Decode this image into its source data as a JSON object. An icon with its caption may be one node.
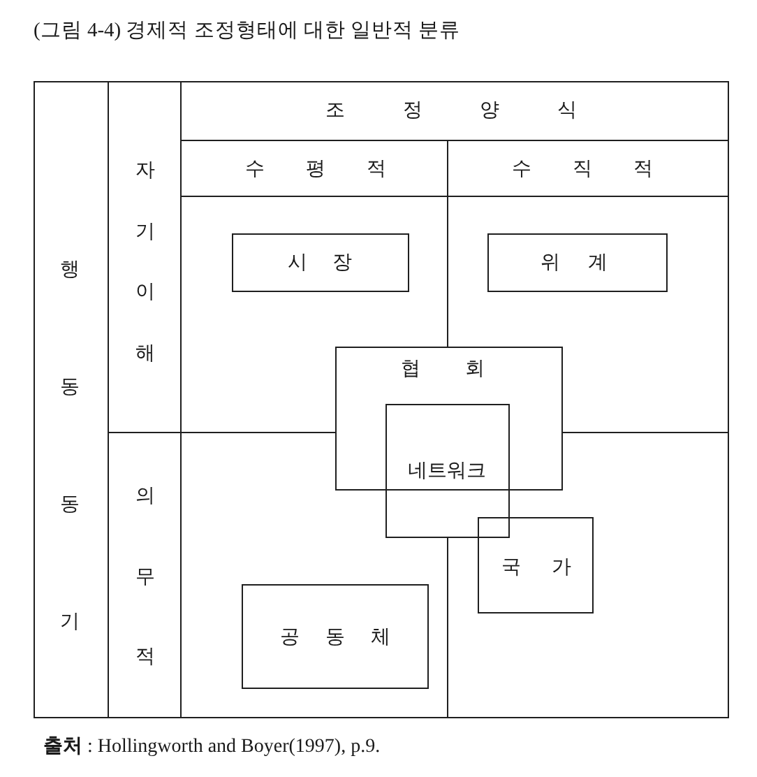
{
  "diagram": {
    "title": "(그림 4-4) 경제적 조정형태에 대한 일반적 분류",
    "nodes": [
      {
        "text": [
          "조 정 양 식"
        ]
      },
      {
        "text": [
          "수 평 적"
        ]
      },
      {
        "text": [
          "수 직 적"
        ]
      },
      {
        "text": [
          "행",
          "동",
          "동",
          "기"
        ]
      },
      {
        "text": [
          "자기이해"
        ]
      },
      {
        "text": [
          "의",
          "무",
          "적"
        ]
      },
      {
        "text": [
          "시 장"
        ]
      },
      {
        "text": [
          "위 계"
        ]
      },
      {
        "text": [
          "협 회"
        ]
      },
      {
        "text": [
          "네트워크"
        ]
      },
      {
        "text": [
          "국 가"
        ]
      },
      {
        "text": [
          "공 동 체"
        ]
      }
    ],
    "caption": "**출처** : Hollingworth and Boyer(1997), p.9."
  }
}
